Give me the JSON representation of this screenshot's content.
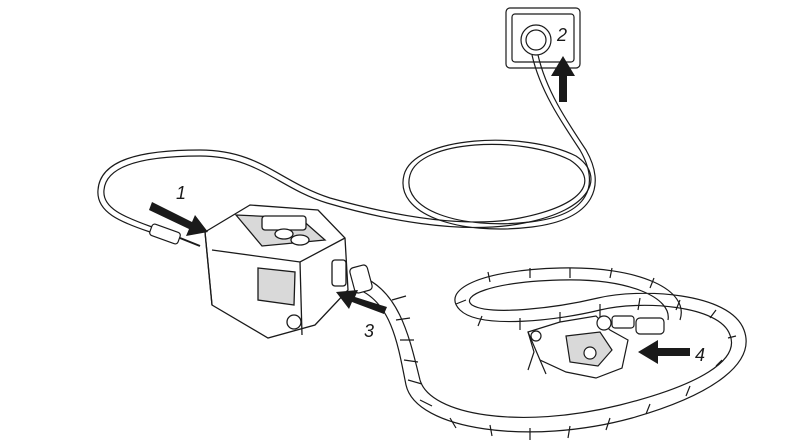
{
  "steps": [
    {
      "label": "1",
      "icon": "arrow-right-down-icon"
    },
    {
      "label": "2",
      "icon": "arrow-up-icon"
    },
    {
      "label": "3",
      "icon": "arrow-left-up-icon"
    },
    {
      "label": "4",
      "icon": "arrow-left-icon"
    }
  ],
  "colors": {
    "line": "#1a1a1a",
    "arrow": "#1a1a1a",
    "fill": "#ffffff",
    "shade": "#d9d9d9"
  }
}
